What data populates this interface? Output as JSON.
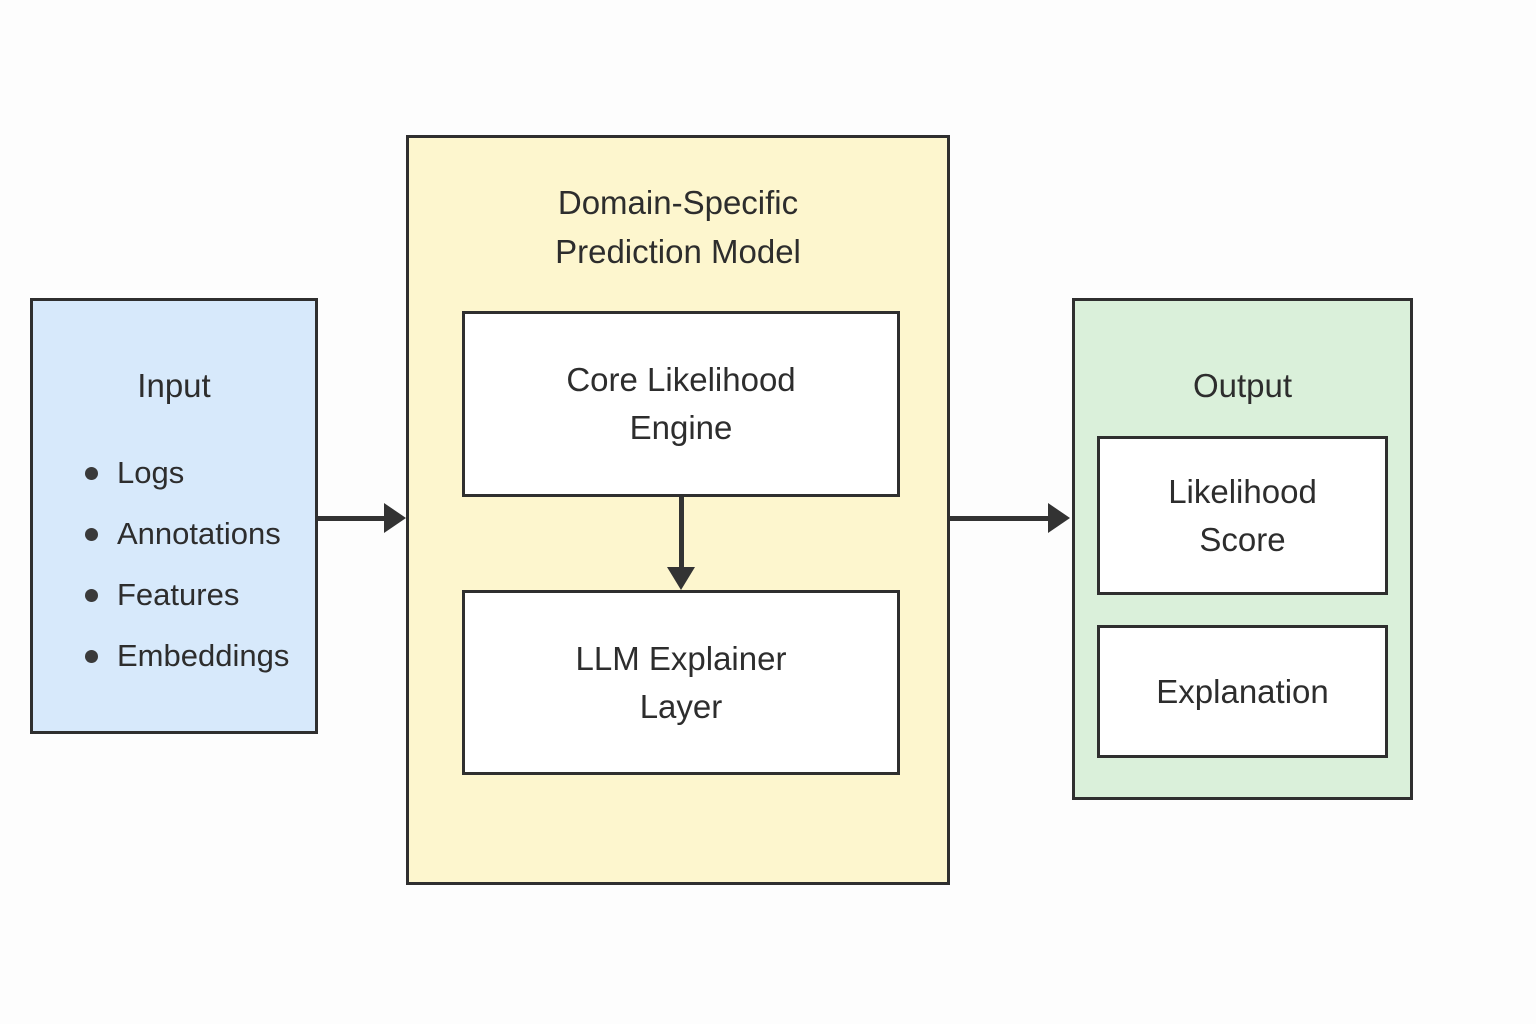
{
  "diagram": {
    "background": "#fdfdfd",
    "stroke_color": "#2f2f2f",
    "text_color": "#2d2d2d",
    "arrow_color": "#333333",
    "input_box": {
      "title": "Input",
      "fill": "#d7e9fb",
      "items": [
        "Logs",
        "Annotations",
        "Features",
        "Embeddings"
      ]
    },
    "model_box": {
      "title": "Domain-Specific\nPrediction Model",
      "fill": "#fdf6ce",
      "nodes": [
        {
          "label": "Core Likelihood\nEngine"
        },
        {
          "label": "LLM Explainer\nLayer"
        }
      ]
    },
    "output_box": {
      "title": "Output",
      "fill": "#daf0da",
      "nodes": [
        {
          "label": "Likelihood\nScore"
        },
        {
          "label": "Explanation"
        }
      ]
    }
  }
}
